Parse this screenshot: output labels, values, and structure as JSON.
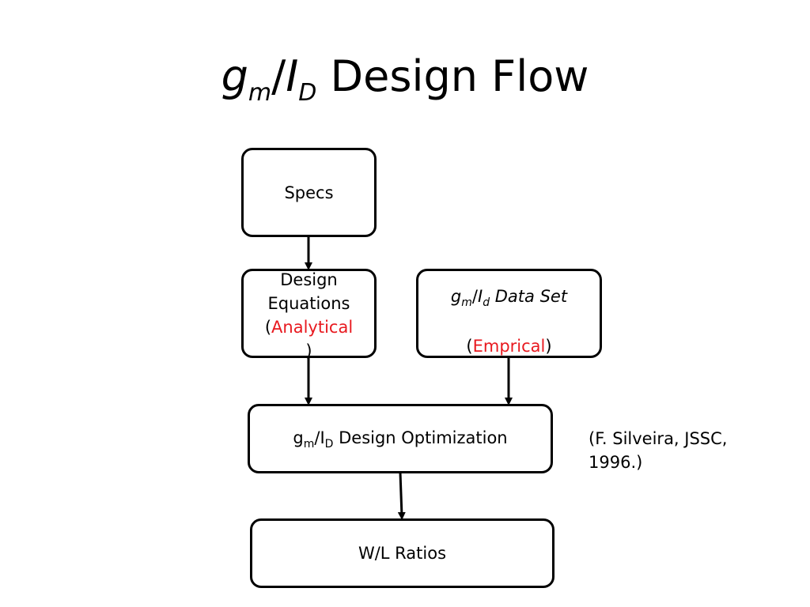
{
  "title": {
    "g": "g",
    "m": "m",
    "slash": "/",
    "i": "I",
    "d": "D",
    "rest": " Design Flow"
  },
  "boxes": {
    "specs": "Specs",
    "design_equations": {
      "line1": "Design",
      "line2": "Equations",
      "open_paren": "(",
      "analytical": "Analytical",
      "close_paren": ")"
    },
    "data_set": {
      "g": "g",
      "m": "m",
      "slash": "/",
      "i": "I",
      "d": "d",
      "rest": " Data Set",
      "open_paren": "(",
      "emprical": "Emprical",
      "close_paren": ")"
    },
    "optimization": {
      "g": "g",
      "m": "m",
      "slash": "/",
      "i": "I",
      "d": "D",
      "rest": " Design Optimization"
    },
    "wl_ratios": "W/L Ratios"
  },
  "citation": {
    "line1": "(F. Silveira, JSSC,",
    "line2": "1996.)"
  },
  "colors": {
    "highlight": "#e8191f",
    "border": "#000000"
  }
}
